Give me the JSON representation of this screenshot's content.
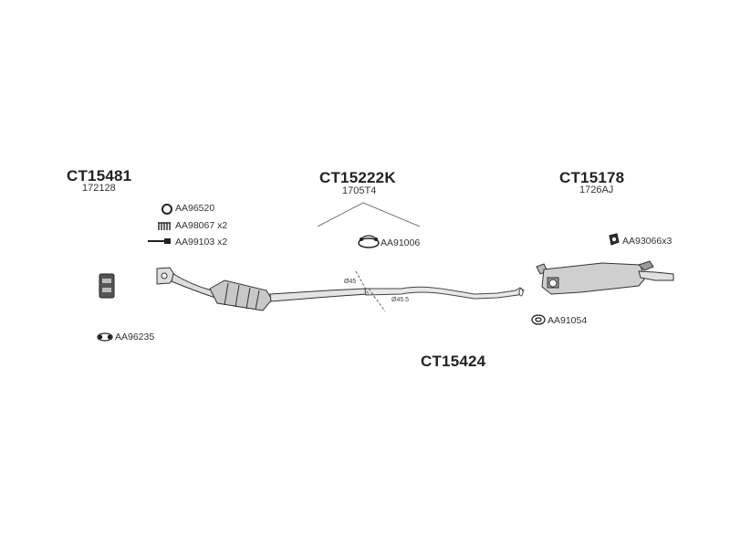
{
  "assemblies": [
    {
      "code": "CT15481",
      "ref": "172128"
    },
    {
      "code": "CT15222K",
      "ref": "1705T4"
    },
    {
      "code": "CT15178",
      "ref": "1726AJ"
    },
    {
      "code": "CT15424"
    }
  ],
  "parts": {
    "clamp_ring": "AA96520",
    "spring": "AA98067",
    "spring_qty": "x2",
    "bolt": "AA99103",
    "bolt_qty": "x2",
    "gasket": "AA91006",
    "rubber_mount": "AA93066",
    "rubber_mount_qty": "x3",
    "rubber_hanger": "AA96235",
    "rear_ring": "AA91054"
  },
  "dimensions": {
    "front": "Ø45",
    "rear": "Ø45.5"
  }
}
